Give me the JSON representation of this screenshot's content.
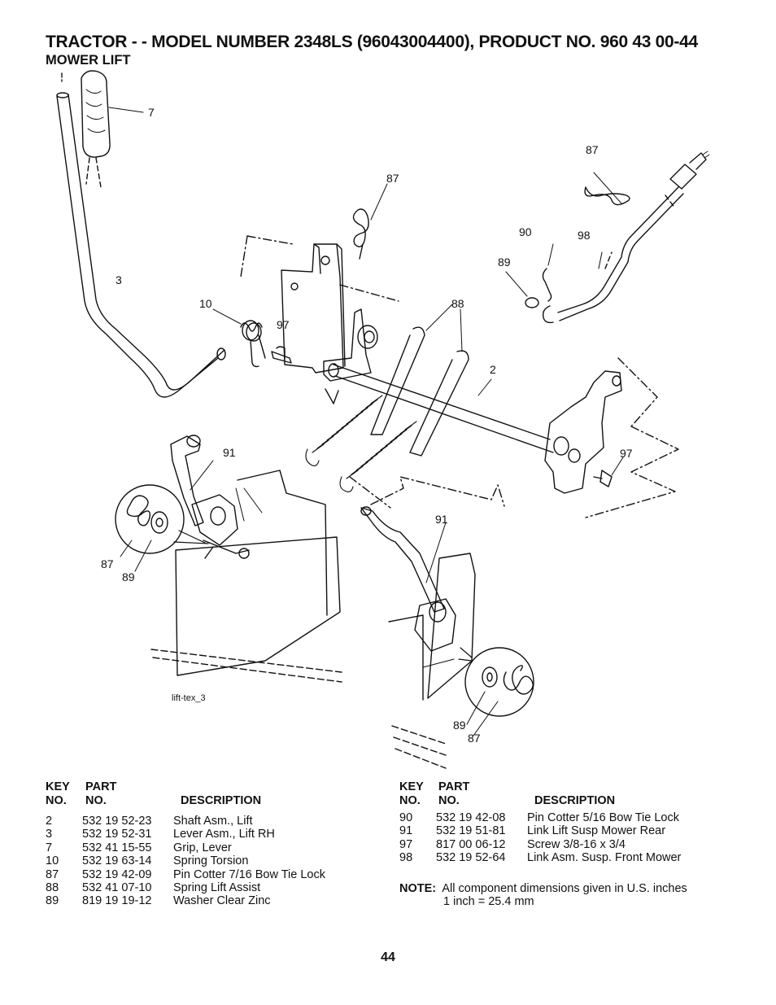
{
  "header": {
    "title": "TRACTOR - - MODEL NUMBER 2348LS (96043004400), PRODUCT NO. 960 43 00-44",
    "subtitle": "MOWER LIFT"
  },
  "diagram": {
    "callouts": [
      "7",
      "87",
      "87",
      "90",
      "98",
      "89",
      "3",
      "10",
      "97",
      "88",
      "2",
      "91",
      "97",
      "87",
      "89",
      "91",
      "89",
      "87"
    ],
    "image_code": "lift-tex_3"
  },
  "parts_table": {
    "headers": {
      "key_line1": "KEY",
      "key_line2": "NO.",
      "part_line1": "PART",
      "part_line2": "NO.",
      "description": "DESCRIPTION"
    },
    "left": [
      {
        "key": "2",
        "part": "532 19 52-23",
        "description": "Shaft Asm., Lift"
      },
      {
        "key": "3",
        "part": "532 19 52-31",
        "description": "Lever Asm., Lift RH"
      },
      {
        "key": "7",
        "part": "532 41 15-55",
        "description": "Grip, Lever"
      },
      {
        "key": "10",
        "part": "532 19 63-14",
        "description": "Spring  Torsion"
      },
      {
        "key": "87",
        "part": "532 19 42-09",
        "description": "Pin Cotter 7/16 Bow Tie Lock"
      },
      {
        "key": "88",
        "part": "532 41 07-10",
        "description": "Spring Lift Assist"
      },
      {
        "key": "89",
        "part": "819 19 19-12",
        "description": "Washer Clear Zinc"
      }
    ],
    "right": [
      {
        "key": "90",
        "part": "532 19 42-08",
        "description": "Pin Cotter 5/16 Bow Tie Lock"
      },
      {
        "key": "91",
        "part": "532 19 51-81",
        "description": "Link Lift Susp Mower Rear"
      },
      {
        "key": "97",
        "part": "817 00 06-12",
        "description": "Screw 3/8-16 x 3/4"
      },
      {
        "key": "98",
        "part": "532 19 52-64",
        "description": "Link Asm. Susp. Front Mower"
      }
    ]
  },
  "note": {
    "label": "NOTE:",
    "text": "All component dimensions given in U.S. inches",
    "conversion": "1 inch = 25.4 mm"
  },
  "page_number": "44"
}
